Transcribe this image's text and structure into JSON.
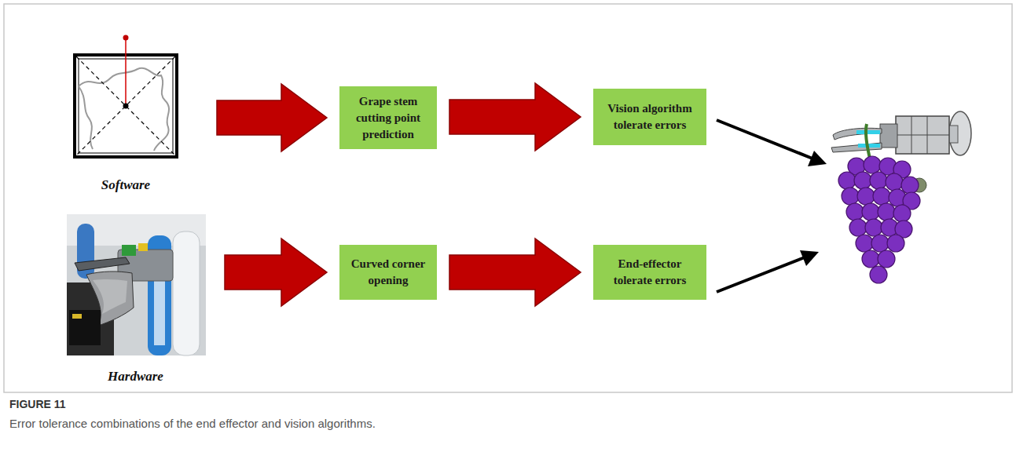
{
  "diagram": {
    "caption": "Error tolerance combinations of the end effector and vision algorithms.",
    "nodes": [
      {
        "text": [
          "Software"
        ]
      },
      {
        "text": [
          "Grape stem cutting point prediction"
        ]
      },
      {
        "text": [
          "Vision algorithm tolerate errors"
        ]
      },
      {
        "text": [
          "Hardware"
        ]
      },
      {
        "text": [
          "Curved corner opening"
        ]
      },
      {
        "text": [
          "End-effector tolerate errors"
        ]
      }
    ],
    "edges": [
      {
        "from": 0,
        "to": 1,
        "arrow": "to"
      },
      {
        "from": 1,
        "to": 2,
        "arrow": "to"
      },
      {
        "from": 3,
        "to": 4,
        "arrow": "to"
      },
      {
        "from": 4,
        "to": 5,
        "arrow": "to"
      }
    ],
    "labels": [
      "FIGURE 11"
    ]
  }
}
